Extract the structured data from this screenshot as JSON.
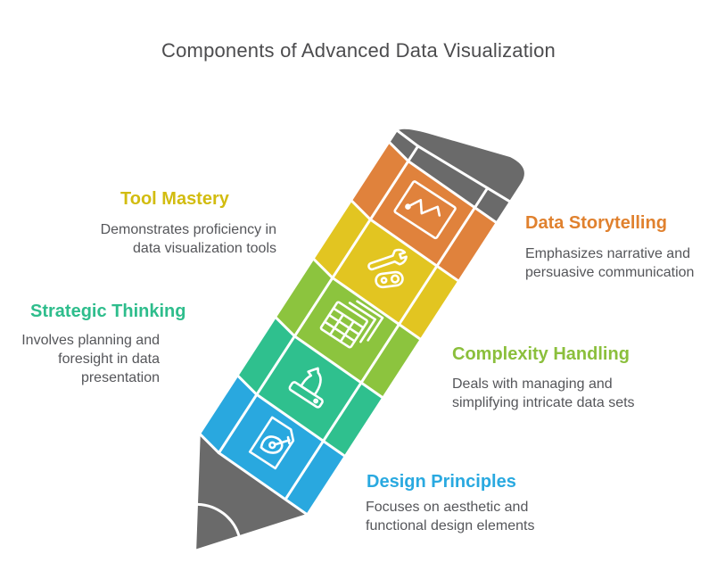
{
  "title": "Components of Advanced Data Visualization",
  "colors": {
    "title_text": "#4c4c4e",
    "body_text": "#55565a",
    "pencil_gray": "#6a6a6a",
    "divider_line": "#ffffff"
  },
  "items": [
    {
      "id": "data-storytelling",
      "label": "Data Storytelling",
      "description": "Emphasizes narrative and persuasive communication",
      "label_color": "#e0812e",
      "segment_color": "#e0823c",
      "icon": "line-chart-icon"
    },
    {
      "id": "tool-mastery",
      "label": "Tool Mastery",
      "description": "Demonstrates proficiency in data visualization tools",
      "label_color": "#d2bc10",
      "segment_color": "#e2c521",
      "icon": "tools-icon"
    },
    {
      "id": "complexity-handling",
      "label": "Complexity Handling",
      "description": "Deals with managing and simplifying intricate data sets",
      "label_color": "#8bbf3c",
      "segment_color": "#8cc43e",
      "icon": "stacked-tables-icon"
    },
    {
      "id": "strategic-thinking",
      "label": "Strategic Thinking",
      "description": "Involves planning and foresight in data presentation",
      "label_color": "#2ebd8c",
      "segment_color": "#2fc08e",
      "icon": "chess-knight-icon"
    },
    {
      "id": "design-principles",
      "label": "Design Principles",
      "description": "Focuses on aesthetic and functional design elements",
      "label_color": "#29a9e0",
      "segment_color": "#29a8df",
      "icon": "pen-document-icon"
    }
  ]
}
